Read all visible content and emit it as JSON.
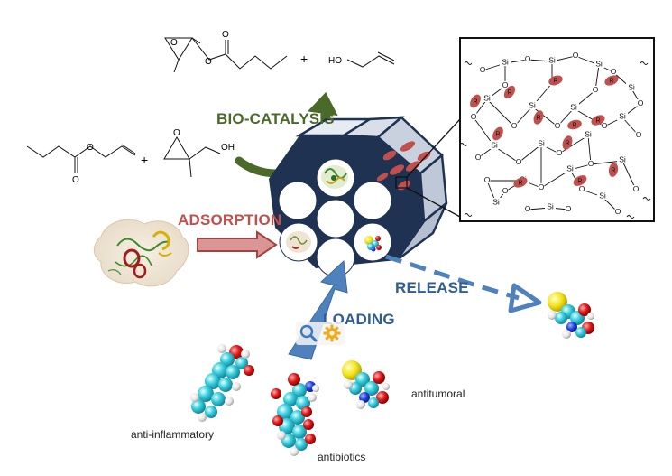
{
  "labels": {
    "biocatalysis": "BIO-CATALYSIS",
    "adsorption": "ADSORPTION",
    "release": "RELEASE",
    "loading": "LOADING",
    "anti_inflammatory": "anti-inflammatory",
    "antibiotics": "antibiotics",
    "antitumoral": "antitumoral"
  },
  "chemistry": {
    "plus": "+",
    "ho": "HO",
    "oh": "OH",
    "si": "Si",
    "o": "O",
    "r": "R"
  },
  "colors": {
    "biocatalysis": "#4b6a2a",
    "adsorption": "#c0504d",
    "release": "#2f5d95",
    "loading": "#2f5d95",
    "arrow_blue": "#4f81bd",
    "silica_dark": "#1f3251",
    "r_group": "#c0504d"
  },
  "toolbar": {
    "icons": [
      "search-icon",
      "gear-icon"
    ]
  }
}
